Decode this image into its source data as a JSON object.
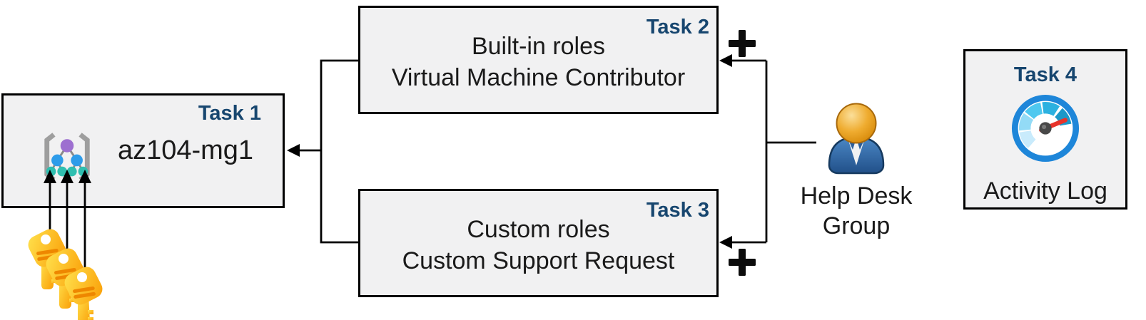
{
  "tasks": {
    "task1": {
      "label": "Task 1",
      "name": "az104-mg1"
    },
    "task2": {
      "label": "Task 2",
      "lines": [
        "Built-in roles",
        "Virtual Machine Contributor"
      ]
    },
    "task3": {
      "label": "Task 3",
      "lines": [
        "Custom roles",
        "Custom Support Request"
      ]
    },
    "task4": {
      "label": "Task 4",
      "caption": "Activity Log"
    }
  },
  "actor": {
    "label_line1": "Help Desk",
    "label_line2": "Group"
  },
  "operators": {
    "plus_top": "+",
    "plus_bottom": "+"
  },
  "icons": {
    "management_group": "management-group-icon",
    "keys": "key-icon",
    "user": "user-icon",
    "gauge": "gauge-icon",
    "plus": "+",
    "arrow": "arrow-left-icon"
  },
  "colors": {
    "task_label": "#17466f",
    "box_fill": "#f1f1f2",
    "box_border": "#000000",
    "body_text": "#1a1a1a",
    "connector": "#000000",
    "key_gold": "#ffb900",
    "mg_bracket": "#9e9e9e",
    "mg_purple": "#9d6fd0",
    "mg_blue": "#2e9cea",
    "mg_teal": "#2fbfb0",
    "person_blue": "#2e5f9a",
    "person_head": "#e8a33d",
    "gauge_ring": "#1e86d9",
    "gauge_needle": "#e8332a"
  }
}
